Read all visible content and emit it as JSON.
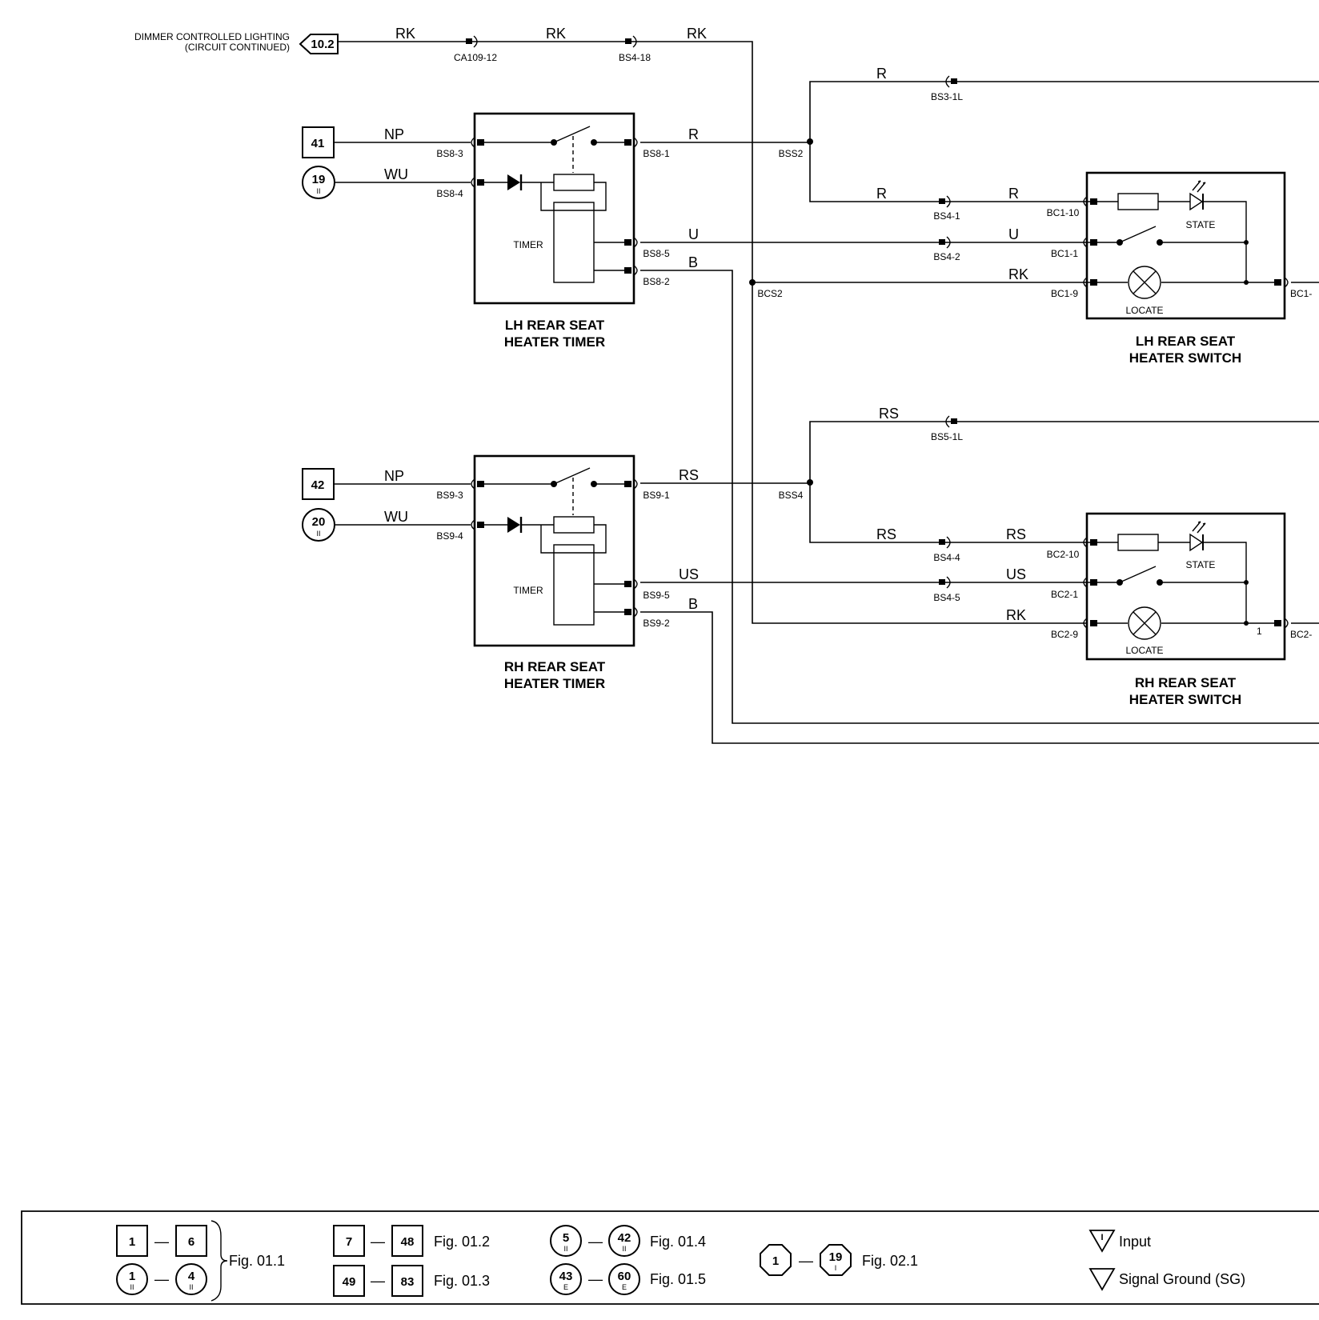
{
  "offpage": {
    "text_line1": "DIMMER CONTROLLED LIGHTING",
    "text_line2": "(CIRCUIT CONTINUED)",
    "ref": "10.2"
  },
  "wire_colors": {
    "rk1": "RK",
    "rk2": "RK",
    "rk3": "RK",
    "r_top": "R",
    "lh_np": "NP",
    "lh_wu": "WU",
    "lh_r": "R",
    "lh_u": "U",
    "lh_b": "B",
    "lh_r2": "R",
    "lh_r3": "R",
    "lh_u2": "U",
    "lh_rk": "RK",
    "rs_top": "RS",
    "rh_np": "NP",
    "rh_wu": "WU",
    "rh_rs": "RS",
    "rh_us": "US",
    "rh_b": "B",
    "rh_rs2": "RS",
    "rh_rs3": "RS",
    "rh_us2": "US",
    "rh_rk": "RK"
  },
  "connectors": {
    "ca109_12": "CA109-12",
    "bs4_18": "BS4-18",
    "bs3_1l": "BS3-1L",
    "bs8_3": "BS8-3",
    "bs8_4": "BS8-4",
    "bs8_1": "BS8-1",
    "bs8_5": "BS8-5",
    "bs8_2": "BS8-2",
    "bss2": "BSS2",
    "bcs2": "BCS2",
    "bs4_1": "BS4-1",
    "bs4_2": "BS4-2",
    "bc1_10": "BC1-10",
    "bc1_1": "BC1-1",
    "bc1_9": "BC1-9",
    "bc1_r": "BC1-",
    "bs5_1l": "BS5-1L",
    "bs9_3": "BS9-3",
    "bs9_4": "BS9-4",
    "bs9_1": "BS9-1",
    "bs9_5": "BS9-5",
    "bs9_2": "BS9-2",
    "bss4": "BSS4",
    "bs4_4": "BS4-4",
    "bs4_5": "BS4-5",
    "bc2_10": "BC2-10",
    "bc2_1": "BC2-1",
    "bc2_9": "BC2-9",
    "bc2_r": "BC2-"
  },
  "refs": {
    "lh_box": "41",
    "lh_circle_num": "19",
    "lh_circle_sub": "II",
    "rh_box": "42",
    "rh_circle_num": "20",
    "rh_circle_sub": "II"
  },
  "components": {
    "lh_timer_line1": "LH REAR SEAT",
    "lh_timer_line2": "HEATER TIMER",
    "lh_timer_inner": "TIMER",
    "rh_timer_line1": "RH REAR SEAT",
    "rh_timer_line2": "HEATER TIMER",
    "rh_timer_inner": "TIMER",
    "lh_switch_line1": "LH REAR SEAT",
    "lh_switch_line2": "HEATER SWITCH",
    "lh_state": "STATE",
    "lh_locate": "LOCATE",
    "rh_switch_line1": "RH REAR SEAT",
    "rh_switch_line2": "HEATER SWITCH",
    "rh_state": "STATE",
    "rh_locate": "LOCATE",
    "rh_pin_mark": "1"
  },
  "legend": {
    "g1_a": "1",
    "g1_b": "6",
    "g1_c": "1",
    "g1_c_sub": "II",
    "g1_d": "4",
    "g1_d_sub": "II",
    "g1_fig": "Fig. 01.1",
    "g2_a": "7",
    "g2_b": "48",
    "g2_fig": "Fig. 01.2",
    "g3_a": "49",
    "g3_b": "83",
    "g3_fig": "Fig. 01.3",
    "g4_a": "5",
    "g4_a_sub": "II",
    "g4_b": "42",
    "g4_b_sub": "II",
    "g4_fig": "Fig. 01.4",
    "g5_a": "43",
    "g5_a_sub": "E",
    "g5_b": "60",
    "g5_b_sub": "E",
    "g5_fig": "Fig. 01.5",
    "g6_a": "1",
    "g6_b": "19",
    "g6_b_sub": "I",
    "g6_fig": "Fig. 02.1",
    "input_label": "Input",
    "input_mark": "I",
    "sg_label": "Signal Ground (SG)",
    "dash": "—"
  }
}
